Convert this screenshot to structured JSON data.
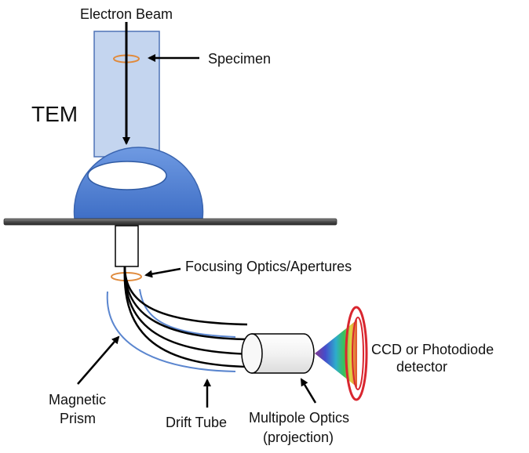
{
  "labels": {
    "electron_beam": "Electron Beam",
    "specimen": "Specimen",
    "tem": "TEM",
    "focusing": "Focusing Optics/Apertures",
    "ccd_line1": "CCD or Photodiode",
    "ccd_line2": "detector",
    "magnetic_line1": "Magnetic",
    "magnetic_line2": "Prism",
    "drift_tube": "Drift Tube",
    "multipole_line1": "Multipole Optics",
    "multipole_line2": "(projection)"
  },
  "colors": {
    "column_fill": "#c4d5ef",
    "column_stroke": "#4f73b7",
    "lens_fill": "#5b8ad8",
    "aperture_ring": "#e08a3c",
    "stage_bar": "#5a5a5a",
    "prism_line": "#5b86cf",
    "detector_ring": "#d9262f"
  }
}
